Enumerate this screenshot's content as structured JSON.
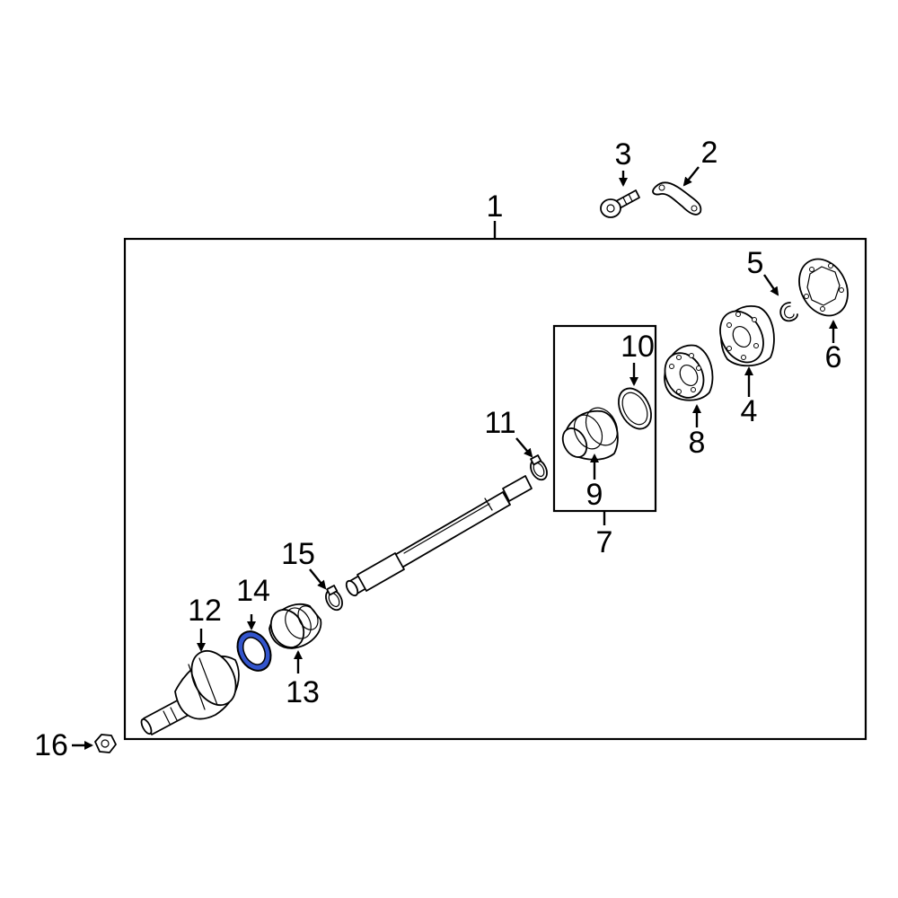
{
  "callouts": {
    "c1": "1",
    "c2": "2",
    "c3": "3",
    "c4": "4",
    "c5": "5",
    "c6": "6",
    "c7": "7",
    "c8": "8",
    "c9": "9",
    "c10": "10",
    "c11": "11",
    "c12": "12",
    "c13": "13",
    "c14": "14",
    "c15": "15",
    "c16": "16"
  },
  "colors": {
    "line": "#000000",
    "background": "#ffffff",
    "highlight_fill": "#3355cc",
    "highlight_stroke": "#000000"
  },
  "highlighted_part": "14"
}
